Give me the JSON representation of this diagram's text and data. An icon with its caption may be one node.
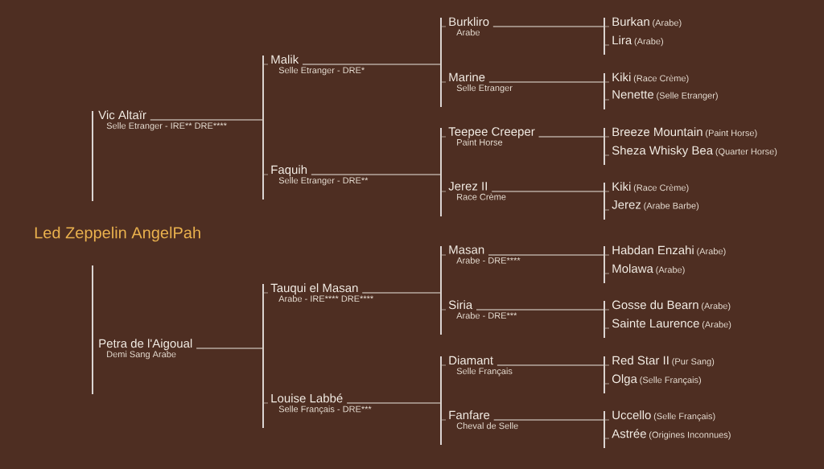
{
  "diagram": {
    "title": "Led Zeppelin AngelPah",
    "nodes": [
      {
        "text": [
          "Vic Altaïr",
          "Selle Etranger - IRE** DRE****"
        ]
      },
      {
        "text": [
          "Malik",
          "Selle Etranger - DRE*"
        ]
      },
      {
        "text": [
          "Burkliro",
          "Arabe"
        ]
      },
      {
        "text": [
          "Burkan",
          "(Arabe)"
        ]
      },
      {
        "text": [
          "Lira",
          "(Arabe)"
        ]
      },
      {
        "text": [
          "Marine",
          "Selle Etranger"
        ]
      },
      {
        "text": [
          "Kiki",
          "(Race Crème)"
        ]
      },
      {
        "text": [
          "Nenette",
          "(Selle Etranger)"
        ]
      },
      {
        "text": [
          "Faquih",
          "Selle Etranger - DRE**"
        ]
      },
      {
        "text": [
          "Teepee Creeper",
          "Paint Horse"
        ]
      },
      {
        "text": [
          "Breeze Mountain",
          "(Paint Horse)"
        ]
      },
      {
        "text": [
          "Sheza Whisky Bea",
          "(Quarter Horse)"
        ]
      },
      {
        "text": [
          "Jerez II",
          "Race Crème"
        ]
      },
      {
        "text": [
          "Kiki",
          "(Race Crème)"
        ]
      },
      {
        "text": [
          "Jerez",
          "(Arabe Barbe)"
        ]
      },
      {
        "text": [
          "Petra de l'Aigoual",
          "Demi Sang Arabe"
        ]
      },
      {
        "text": [
          "Tauqui el Masan",
          "Arabe - IRE**** DRE****"
        ]
      },
      {
        "text": [
          "Masan",
          "Arabe - DRE****"
        ]
      },
      {
        "text": [
          "Habdan Enzahi",
          "(Arabe)"
        ]
      },
      {
        "text": [
          "Molawa",
          "(Arabe)"
        ]
      },
      {
        "text": [
          "Siria",
          "Arabe - DRE***"
        ]
      },
      {
        "text": [
          "Gosse du Bearn",
          "(Arabe)"
        ]
      },
      {
        "text": [
          "Sainte Laurence",
          "(Arabe)"
        ]
      },
      {
        "text": [
          "Louise Labbé",
          "Selle Français - DRE***"
        ]
      },
      {
        "text": [
          "Diamant",
          "Selle Français"
        ]
      },
      {
        "text": [
          "Red Star II",
          "(Pur Sang)"
        ]
      },
      {
        "text": [
          "Olga",
          "(Selle Français)"
        ]
      },
      {
        "text": [
          "Fanfare",
          "Cheval de Selle"
        ]
      },
      {
        "text": [
          "Uccello",
          "(Selle Français)"
        ]
      },
      {
        "text": [
          "Astrée",
          "(Origines Inconnues)"
        ]
      }
    ],
    "edges": [
      {
        "from": 0,
        "to": 1,
        "arrow": "none"
      },
      {
        "from": 0,
        "to": 8,
        "arrow": "none"
      },
      {
        "from": 1,
        "to": 2,
        "arrow": "none"
      },
      {
        "from": 1,
        "to": 5,
        "arrow": "none"
      },
      {
        "from": 2,
        "to": 3,
        "arrow": "none"
      },
      {
        "from": 2,
        "to": 4,
        "arrow": "none"
      },
      {
        "from": 5,
        "to": 6,
        "arrow": "none"
      },
      {
        "from": 5,
        "to": 7,
        "arrow": "none"
      },
      {
        "from": 8,
        "to": 9,
        "arrow": "none"
      },
      {
        "from": 8,
        "to": 12,
        "arrow": "none"
      },
      {
        "from": 9,
        "to": 10,
        "arrow": "none"
      },
      {
        "from": 9,
        "to": 11,
        "arrow": "none"
      },
      {
        "from": 12,
        "to": 13,
        "arrow": "none"
      },
      {
        "from": 12,
        "to": 14,
        "arrow": "none"
      },
      {
        "from": 15,
        "to": 16,
        "arrow": "none"
      },
      {
        "from": 15,
        "to": 23,
        "arrow": "none"
      },
      {
        "from": 16,
        "to": 17,
        "arrow": "none"
      },
      {
        "from": 16,
        "to": 20,
        "arrow": "none"
      },
      {
        "from": 17,
        "to": 18,
        "arrow": "none"
      },
      {
        "from": 17,
        "to": 19,
        "arrow": "none"
      },
      {
        "from": 20,
        "to": 21,
        "arrow": "none"
      },
      {
        "from": 20,
        "to": 22,
        "arrow": "none"
      },
      {
        "from": 23,
        "to": 24,
        "arrow": "none"
      },
      {
        "from": 23,
        "to": 27,
        "arrow": "none"
      },
      {
        "from": 24,
        "to": 25,
        "arrow": "none"
      },
      {
        "from": 24,
        "to": 26,
        "arrow": "none"
      },
      {
        "from": 27,
        "to": 28,
        "arrow": "none"
      },
      {
        "from": 27,
        "to": 29,
        "arrow": "none"
      }
    ]
  }
}
